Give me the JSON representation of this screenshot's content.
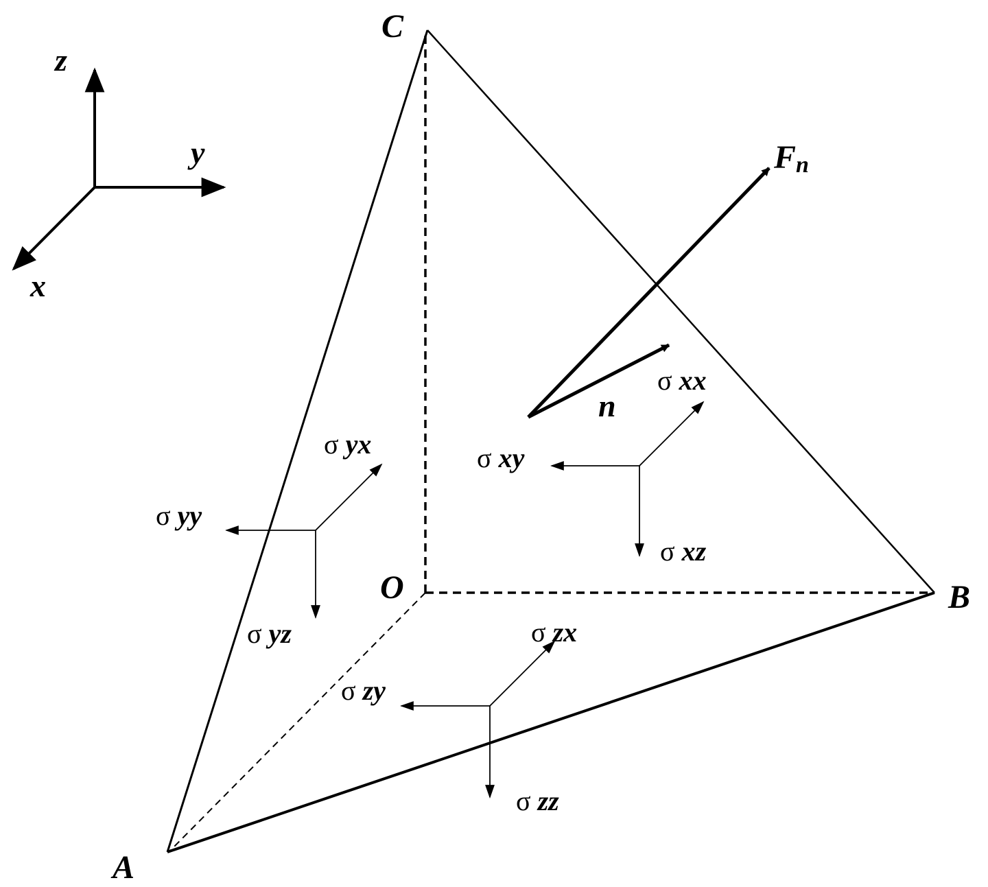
{
  "axes": {
    "x": "x",
    "y": "y",
    "z": "z"
  },
  "vertices": {
    "origin": "O",
    "a": "A",
    "b": "B",
    "c": "C"
  },
  "normal": "n",
  "force": {
    "main": "F",
    "sub": "n"
  },
  "sigma_symbol": "σ",
  "stress_x_face": {
    "xx": "xx",
    "xy": "xy",
    "xz": "xz"
  },
  "stress_y_face": {
    "yx": "yx",
    "yy": "yy",
    "yz": "yz"
  },
  "stress_z_face": {
    "zx": "zx",
    "zy": "zy",
    "zz": "zz"
  },
  "colors": {
    "ink": "#000000",
    "background": "#ffffff"
  }
}
